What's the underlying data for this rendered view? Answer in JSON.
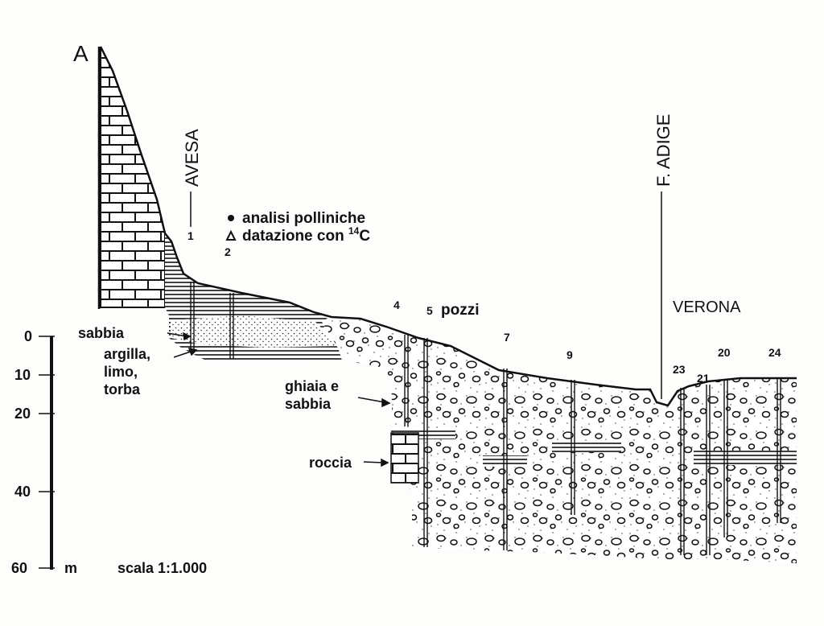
{
  "corner_label": "A",
  "locations": {
    "avesa": "AVESA",
    "adige": "F. ADIGE",
    "verona": "VERONA"
  },
  "legend": {
    "pollen": "analisi polliniche",
    "dating_prefix": "datazione con ",
    "dating_sup": "14",
    "dating_suffix": "C",
    "wells": "pozzi"
  },
  "well_numbers": {
    "w1": "1",
    "w2": "2",
    "w4": "4",
    "w5": "5",
    "w7": "7",
    "w9": "9",
    "w20": "20",
    "w21": "21",
    "w23": "23",
    "w24": "24"
  },
  "materials": {
    "sand": "sabbia",
    "clay_1": "argilla,",
    "clay_2": "limo,",
    "clay_3": "torba",
    "gravel_1": "ghiaia e",
    "gravel_2": "sabbia",
    "rock": "roccia"
  },
  "scale": {
    "ticks": [
      "0",
      "10",
      "20",
      "40",
      "60"
    ],
    "unit": "m",
    "label": "scala 1:1.000"
  }
}
